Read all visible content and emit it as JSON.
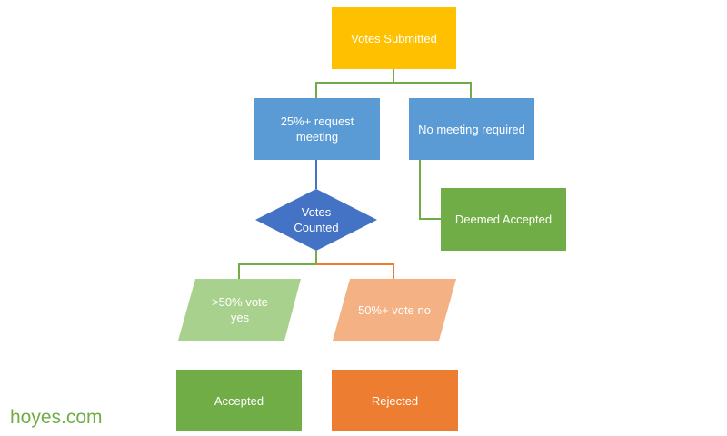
{
  "nodes": {
    "votes_submitted": {
      "label": "Votes Submitted",
      "color": "#ffc000"
    },
    "request_meeting": {
      "label": "25%+ request meeting",
      "color": "#5b9bd5"
    },
    "no_meeting": {
      "label": "No meeting required",
      "color": "#5b9bd5"
    },
    "deemed_accepted": {
      "label": "Deemed Accepted",
      "color": "#70ad47"
    },
    "votes_counted": {
      "label": "Votes Counted",
      "color": "#4472c4"
    },
    "vote_yes": {
      "label": ">50% vote yes",
      "color": "#a9d18e"
    },
    "vote_no": {
      "label": "50%+ vote no",
      "color": "#f4b183"
    },
    "accepted": {
      "label": "Accepted",
      "color": "#70ad47"
    },
    "rejected": {
      "label": "Rejected",
      "color": "#ed7d31"
    }
  },
  "connector_colors": {
    "green": "#70ad47",
    "blue": "#4472c4",
    "orange": "#ed7d31"
  },
  "watermark": "hoyes.com"
}
